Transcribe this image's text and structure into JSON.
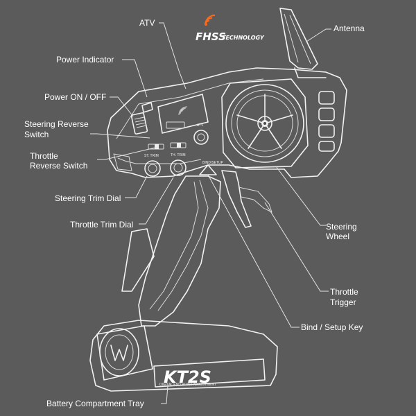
{
  "brand": {
    "name": "FHSS",
    "suffix": "TECHNOLOGY",
    "accent_color": "#ff6a1a"
  },
  "device": {
    "model_badge": "KT2S",
    "sub_caption": "DIGITAL END POINT ADJUSTMENT",
    "atv_small": "ATV",
    "bind_small": "BIND/SETUP",
    "st_trim_small": "ST. TRIM",
    "th_trim_small": "TH. TRIM"
  },
  "labels": {
    "atv": "ATV",
    "antenna": "Antenna",
    "power_indicator": "Power Indicator",
    "power_on_off": "Power ON / OFF",
    "steering_reverse_1": "Steering Reverse",
    "steering_reverse_2": "Switch",
    "throttle_reverse_1": "Throttle",
    "throttle_reverse_2": "Reverse Switch",
    "steering_trim": "Steering Trim Dial",
    "throttle_trim": "Throttle Trim Dial",
    "steering_wheel_1": "Steering",
    "steering_wheel_2": "Wheel",
    "throttle_trigger_1": "Throttle",
    "throttle_trigger_2": "Trigger",
    "bind_setup": "Bind / Setup Key",
    "battery_tray": "Battery Compartment Tray"
  }
}
